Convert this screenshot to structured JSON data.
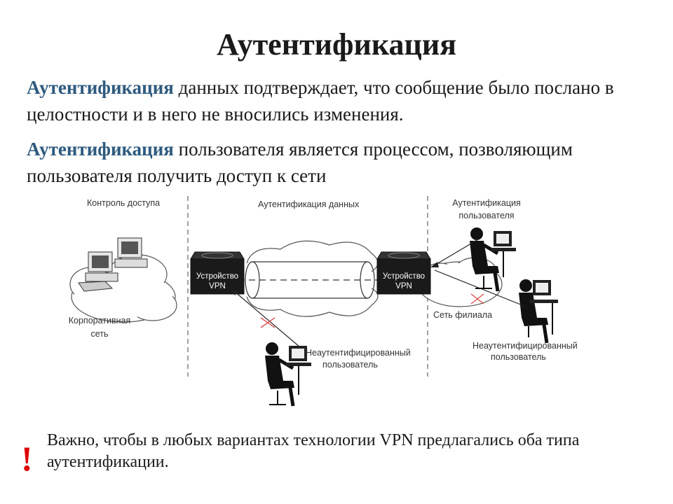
{
  "title": "Аутентификация",
  "paragraph1": {
    "keyword": "Аутентификация",
    "text": " данных подтверждает, что сообщение было послано в целостности и в него не вносились изменения."
  },
  "paragraph2": {
    "keyword": "Аутентификация",
    "text": " пользователя является процессом, позволяющим пользователя получить доступ к сети"
  },
  "diagram": {
    "access_control": "Контроль доступа",
    "data_auth": "Аутентификация данных",
    "user_auth_line1": "Аутентификация",
    "user_auth_line2": "пользователя",
    "corp_net_line1": "Корпоративная",
    "corp_net_line2": "сеть",
    "vpn_device_line1": "Устройство",
    "vpn_device_line2": "VPN",
    "branch_net": "Сеть филиала",
    "unauth_user_line1": "Неаутентифицированный",
    "unauth_user_line2": "пользователь"
  },
  "note": {
    "symbol": "!",
    "text": "Важно, чтобы в любых вариантах технологии VPN предлагались оба типа аутентификации."
  },
  "colors": {
    "keyword": "#2e5a7e",
    "exclamation": "#e00000",
    "cross": "#e05050"
  }
}
